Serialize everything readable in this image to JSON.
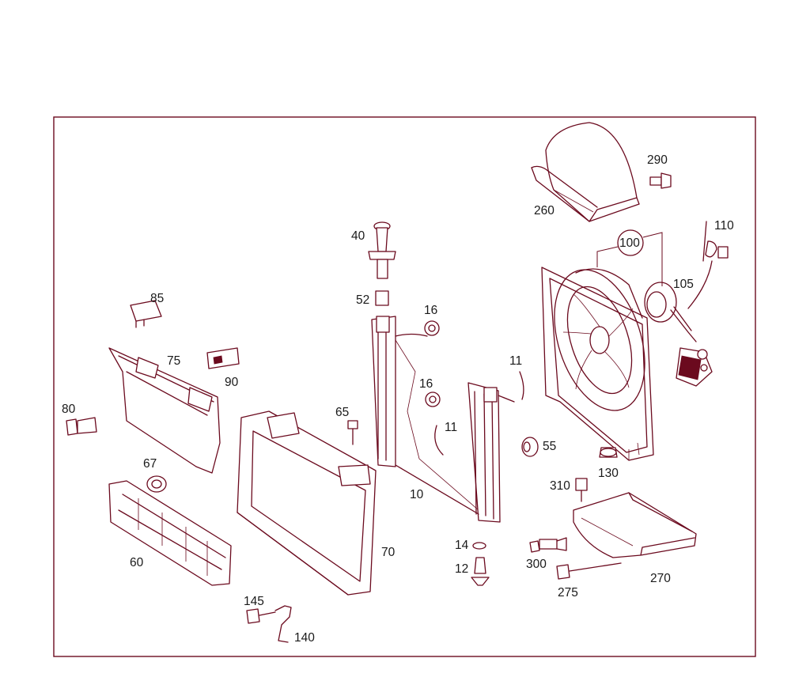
{
  "colors": {
    "line": "#6b0a1e",
    "text": "#1a1a1a",
    "background": "#ffffff"
  },
  "callouts": {
    "c10": "10",
    "c11a": "11",
    "c11b": "11",
    "c12": "12",
    "c14": "14",
    "c16a": "16",
    "c16b": "16",
    "c40": "40",
    "c52": "52",
    "c55": "55",
    "c60": "60",
    "c65": "65",
    "c67": "67",
    "c70": "70",
    "c75": "75",
    "c80": "80",
    "c85": "85",
    "c90": "90",
    "c100": "100",
    "c105": "105",
    "c110": "110",
    "c130": "130",
    "c140": "140",
    "c145": "145",
    "c260": "260",
    "c270": "270",
    "c275": "275",
    "c290": "290",
    "c300": "300",
    "c310": "310"
  }
}
